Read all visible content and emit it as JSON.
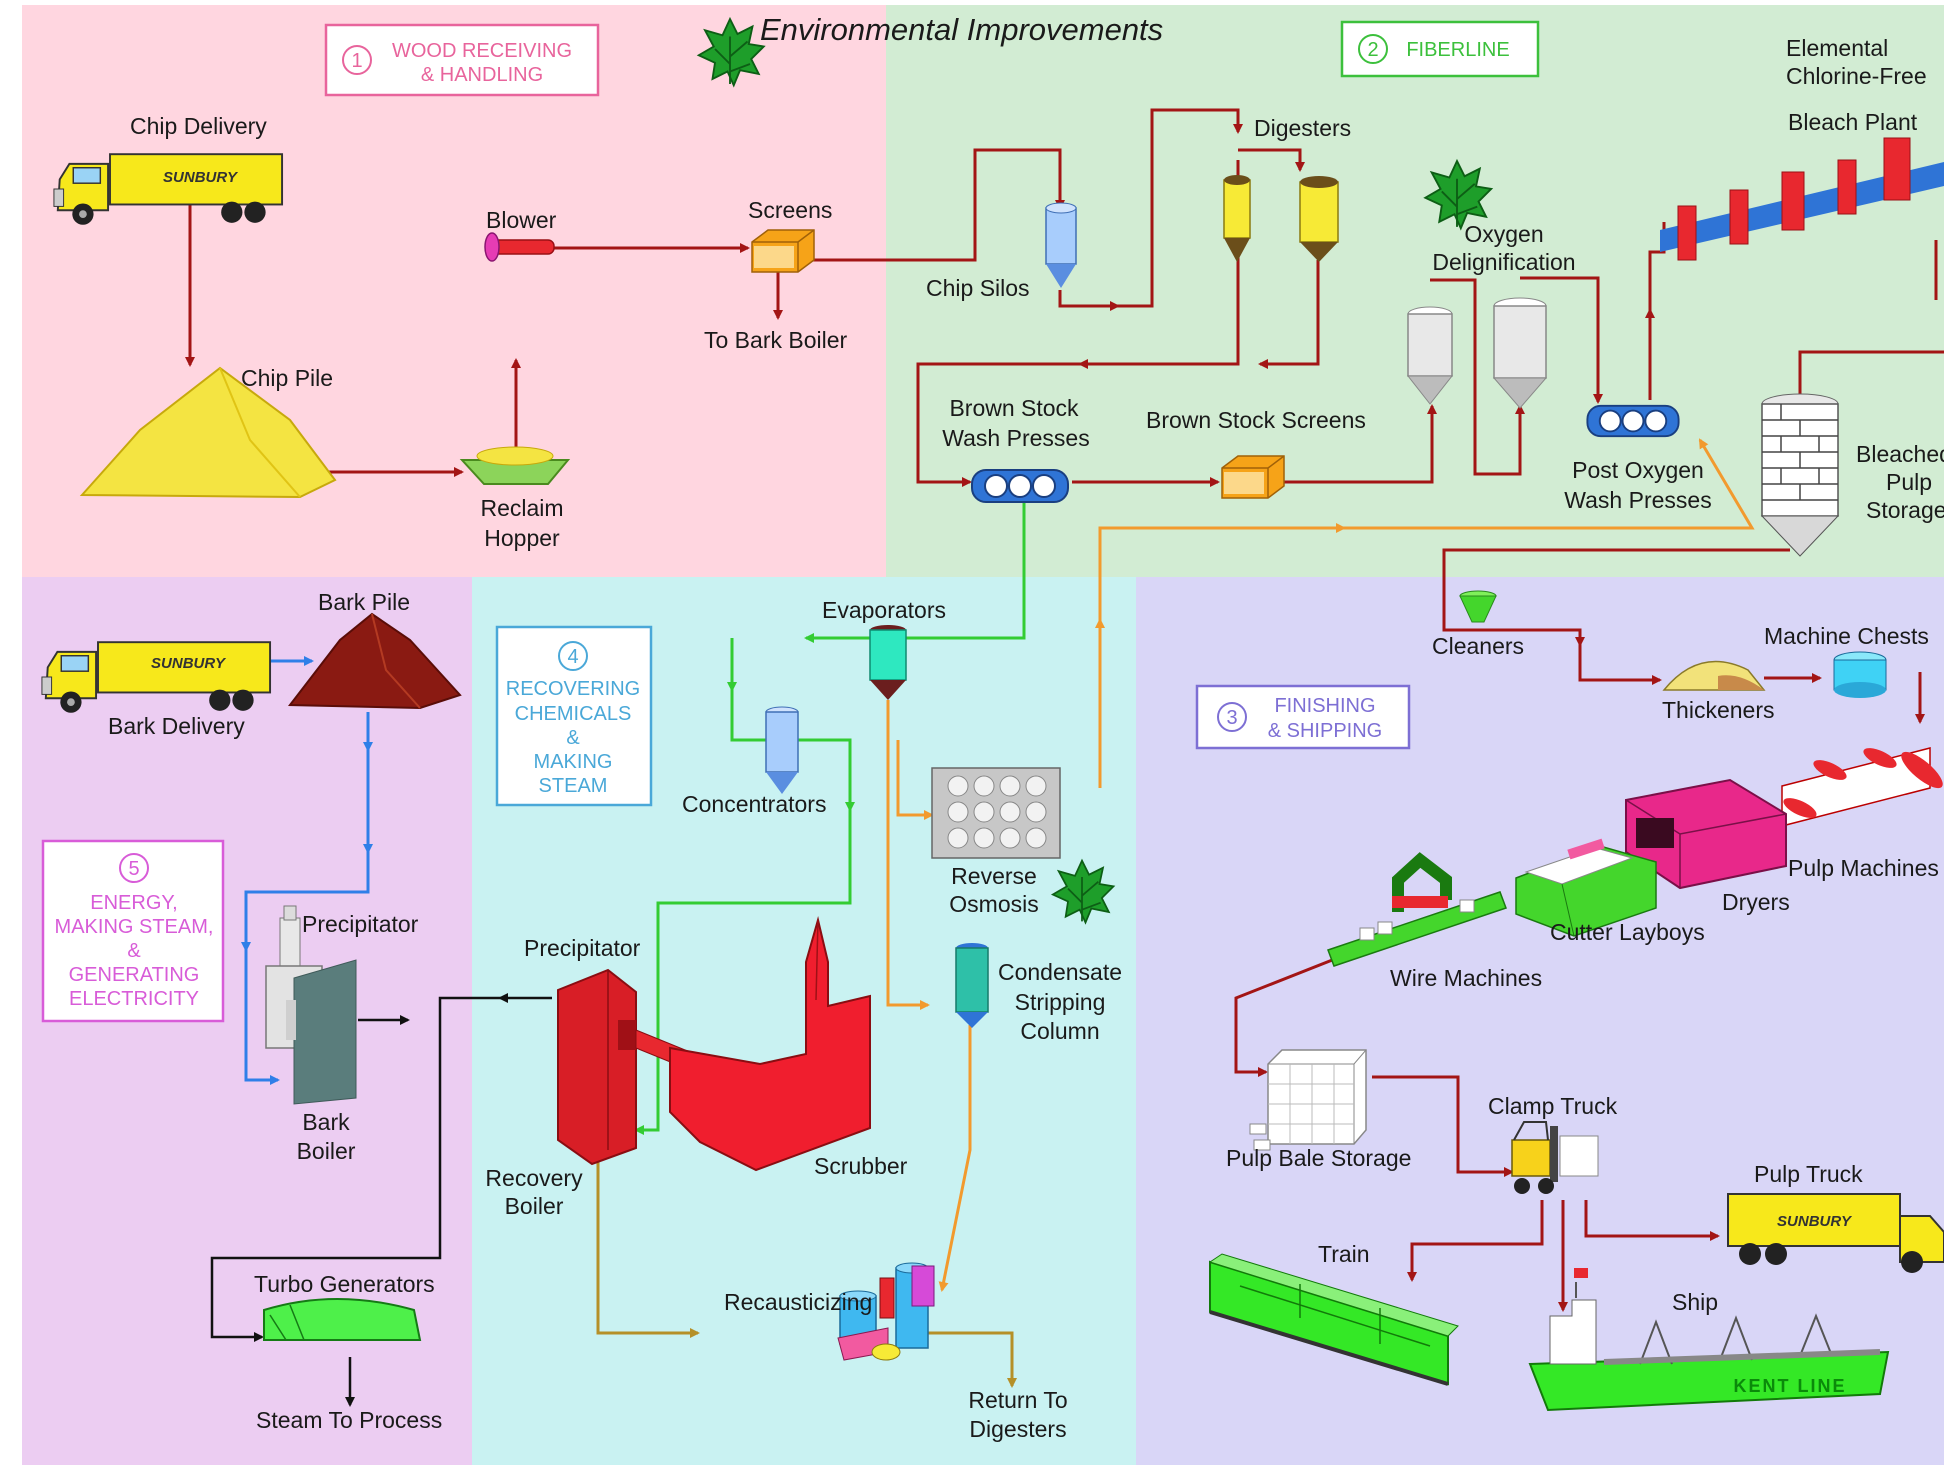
{
  "header": {
    "title": "Environmental Improvements"
  },
  "sections": [
    {
      "num": "1",
      "lines": [
        "WOOD RECEIVING",
        "& HANDLING"
      ],
      "color": "#e8649c"
    },
    {
      "num": "2",
      "lines": [
        "FIBERLINE"
      ],
      "color": "#3cc03c"
    },
    {
      "num": "3",
      "lines": [
        "FINISHING",
        "& SHIPPING"
      ],
      "color": "#7d6fd4"
    },
    {
      "num": "4",
      "lines": [
        "RECOVERING",
        "CHEMICALS",
        "&",
        "MAKING",
        "STEAM"
      ],
      "color": "#4aa8d8"
    },
    {
      "num": "5",
      "lines": [
        "ENERGY,",
        "MAKING STEAM,",
        "&",
        "GENERATING",
        "ELECTRICITY"
      ],
      "color": "#d85cd8"
    }
  ],
  "labels": {
    "chip_delivery": "Chip Delivery",
    "chip_pile": "Chip Pile",
    "blower": "Blower",
    "screens": "Screens",
    "to_bark_boiler": "To Bark Boiler",
    "reclaim": [
      "Reclaim",
      "Hopper"
    ],
    "chip_silos": "Chip Silos",
    "digesters": "Digesters",
    "oxygen_delig": [
      "Oxygen",
      "Delignification"
    ],
    "ecf": [
      "Elemental",
      "Chlorine-Free"
    ],
    "bleach_plant": "Bleach Plant",
    "brown_stock_wash": [
      "Brown Stock",
      "Wash Presses"
    ],
    "brown_stock_screens": "Brown Stock Screens",
    "post_oxygen": [
      "Post Oxygen",
      "Wash Presses"
    ],
    "bleached_pulp": [
      "Bleached",
      "Pulp",
      "Storage"
    ],
    "bark_pile": "Bark Pile",
    "bark_delivery": "Bark Delivery",
    "evaporators": "Evaporators",
    "concentrators": "Concentrators",
    "reverse_osmosis": [
      "Reverse",
      "Osmosis"
    ],
    "precipitator_recovery": "Precipitator",
    "precipitator_bark": "Precipitator",
    "bark_boiler": [
      "Bark",
      "Boiler"
    ],
    "condensate": [
      "Condensate",
      "Stripping",
      "Column"
    ],
    "scrubber": "Scrubber",
    "recovery_boiler": [
      "Recovery",
      "Boiler"
    ],
    "recausticizing": "Recausticizing",
    "return_digesters": [
      "Return To",
      "Digesters"
    ],
    "turbo_generators": "Turbo Generators",
    "steam_process": "Steam To Process",
    "cleaners": "Cleaners",
    "machine_chests": "Machine Chests",
    "thickeners": "Thickeners",
    "pulp_machines": "Pulp Machines",
    "dryers": "Dryers",
    "cutter_layboys": "Cutter Layboys",
    "wire_machines": "Wire Machines",
    "pulp_bale_storage": "Pulp Bale Storage",
    "clamp_truck": "Clamp Truck",
    "pulp_truck": "Pulp Truck",
    "train": "Train",
    "ship": "Ship"
  },
  "brands": {
    "truck": "SUNBURY",
    "ship": "KENT LINE"
  },
  "colors": {
    "zone_wood": "#ffd6e0",
    "zone_fiber": "#d2ecd3",
    "zone_recovery": "#c9f2f2",
    "zone_energy": "#eccdf2",
    "zone_finishing": "#d9d6f7",
    "flow_fiber": "#a31515",
    "flow_green": "#33cc33",
    "flow_orange": "#f29a2e",
    "flow_blue": "#2f7fe8",
    "flow_gold": "#b59028",
    "flow_steam": "#111111",
    "leaf": "#1e9e2a"
  }
}
